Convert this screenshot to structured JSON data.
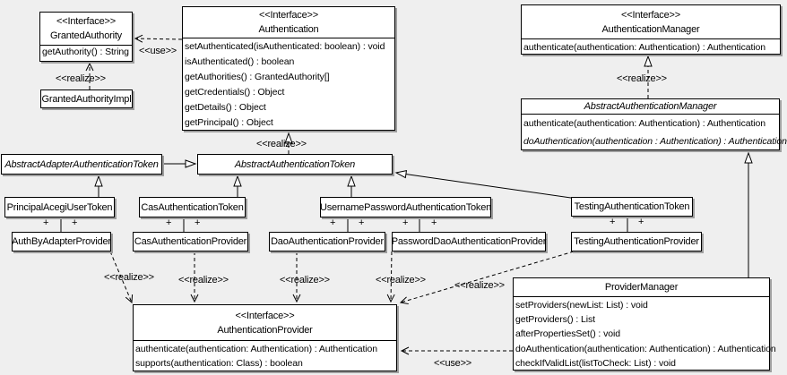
{
  "diagram_type": "uml-class-diagram",
  "labels": {
    "use": "<<use>>",
    "realize": "<<realize>>",
    "plus": "+"
  },
  "classes": {
    "granted_authority": {
      "stereotype": "<<Interface>>",
      "name": "GrantedAuthority",
      "abstract": false,
      "methods": [
        "getAuthority() : String"
      ]
    },
    "granted_authority_impl": {
      "name": "GrantedAuthorityImpl",
      "abstract": false,
      "methods": []
    },
    "authentication": {
      "stereotype": "<<Interface>>",
      "name": "Authentication",
      "abstract": false,
      "methods": [
        "setAuthenticated(isAuthenticated: boolean) : void",
        "isAuthenticated() : boolean",
        "getAuthorities() : GrantedAuthority[]",
        "getCredentials() : Object",
        "getDetails() : Object",
        "getPrincipal() : Object"
      ]
    },
    "authentication_manager": {
      "stereotype": "<<Interface>>",
      "name": "AuthenticationManager",
      "abstract": false,
      "methods": [
        "authenticate(authentication: Authentication) : Authentication"
      ]
    },
    "abstract_authentication_manager": {
      "name": "AbstractAuthenticationManager",
      "abstract": true,
      "methods": [
        "authenticate(authentication: Authentication) : Authentication",
        "doAuthentication(authentication : Authentication) : Authentication"
      ],
      "abstract_methods": [
        1
      ]
    },
    "abstract_adapter_authentication_token": {
      "name": "AbstractAdapterAuthenticationToken",
      "abstract": true,
      "methods": []
    },
    "abstract_authentication_token": {
      "name": "AbstractAuthenticationToken",
      "abstract": true,
      "methods": []
    },
    "principal_acegi_user_token": {
      "name": "PrincipalAcegiUserToken",
      "abstract": false,
      "methods": []
    },
    "cas_authentication_token": {
      "name": "CasAuthenticationToken",
      "abstract": false,
      "methods": []
    },
    "username_password_authentication_token": {
      "name": "UsernamePasswordAuthenticationToken",
      "abstract": false,
      "methods": []
    },
    "testing_authentication_token": {
      "name": "TestingAuthenticationToken",
      "abstract": false,
      "methods": []
    },
    "auth_by_adapter_provider": {
      "name": "AuthByAdapterProvider",
      "abstract": false,
      "methods": []
    },
    "cas_authentication_provider": {
      "name": "CasAuthenticationProvider",
      "abstract": false,
      "methods": []
    },
    "dao_authentication_provider": {
      "name": "DaoAuthenticationProvider",
      "abstract": false,
      "methods": []
    },
    "password_dao_authentication_provider": {
      "name": "PasswordDaoAuthenticationProvider",
      "abstract": false,
      "methods": []
    },
    "testing_authentication_provider": {
      "name": "TestingAuthenticationProvider",
      "abstract": false,
      "methods": []
    },
    "authentication_provider": {
      "stereotype": "<<Interface>>",
      "name": "AuthenticationProvider",
      "abstract": false,
      "methods": [
        "authenticate(authentication: Authentication) : Authentication",
        "supports(authentication: Class) : boolean"
      ]
    },
    "provider_manager": {
      "name": "ProviderManager",
      "abstract": false,
      "methods": [
        "setProviders(newList: List) : void",
        "getProviders() : List",
        "afterPropertiesSet() : void",
        "doAuthentication(authentication: Authentication) : Authentication",
        "checkIfValidList(listToCheck: List) : void"
      ]
    }
  },
  "relationships": [
    {
      "from": "Authentication",
      "to": "GrantedAuthority",
      "type": "use",
      "label": "<<use>>"
    },
    {
      "from": "GrantedAuthorityImpl",
      "to": "GrantedAuthority",
      "type": "realize",
      "label": "<<realize>>"
    },
    {
      "from": "AbstractAuthenticationToken",
      "to": "Authentication",
      "type": "realize",
      "label": "<<realize>>"
    },
    {
      "from": "AbstractAuthenticationManager",
      "to": "AuthenticationManager",
      "type": "realize",
      "label": "<<realize>>"
    },
    {
      "from": "AbstractAdapterAuthenticationToken",
      "to": "AbstractAuthenticationToken",
      "type": "generalization"
    },
    {
      "from": "PrincipalAcegiUserToken",
      "to": "AbstractAdapterAuthenticationToken",
      "type": "generalization"
    },
    {
      "from": "CasAuthenticationToken",
      "to": "AbstractAuthenticationToken",
      "type": "generalization"
    },
    {
      "from": "UsernamePasswordAuthenticationToken",
      "to": "AbstractAuthenticationToken",
      "type": "generalization"
    },
    {
      "from": "TestingAuthenticationToken",
      "to": "AbstractAuthenticationToken",
      "type": "generalization"
    },
    {
      "from": "ProviderManager",
      "to": "AbstractAuthenticationManager",
      "type": "generalization"
    },
    {
      "from": "PrincipalAcegiUserToken",
      "to": "AuthByAdapterProvider",
      "type": "association",
      "end_labels": [
        "+",
        "+"
      ]
    },
    {
      "from": "CasAuthenticationToken",
      "to": "CasAuthenticationProvider",
      "type": "association",
      "end_labels": [
        "+",
        "+"
      ]
    },
    {
      "from": "UsernamePasswordAuthenticationToken",
      "to": "DaoAuthenticationProvider",
      "type": "association",
      "end_labels": [
        "+",
        "+"
      ]
    },
    {
      "from": "UsernamePasswordAuthenticationToken",
      "to": "PasswordDaoAuthenticationProvider",
      "type": "association",
      "end_labels": [
        "+",
        "+"
      ]
    },
    {
      "from": "TestingAuthenticationToken",
      "to": "TestingAuthenticationProvider",
      "type": "association",
      "end_labels": [
        "+",
        "+"
      ]
    },
    {
      "from": "AuthByAdapterProvider",
      "to": "AuthenticationProvider",
      "type": "realize",
      "label": "<<realize>>"
    },
    {
      "from": "CasAuthenticationProvider",
      "to": "AuthenticationProvider",
      "type": "realize",
      "label": "<<realize>>"
    },
    {
      "from": "DaoAuthenticationProvider",
      "to": "AuthenticationProvider",
      "type": "realize",
      "label": "<<realize>>"
    },
    {
      "from": "PasswordDaoAuthenticationProvider",
      "to": "AuthenticationProvider",
      "type": "realize",
      "label": "<<realize>>"
    },
    {
      "from": "TestingAuthenticationProvider",
      "to": "AuthenticationProvider",
      "type": "realize",
      "label": "<<realize>>"
    },
    {
      "from": "ProviderManager",
      "to": "AuthenticationProvider",
      "type": "use",
      "label": "<<use>>"
    }
  ],
  "colors": {
    "background": "#efefef",
    "box_fill": "#ffffff",
    "line": "#000000",
    "shadow": "#9e9e9e"
  }
}
